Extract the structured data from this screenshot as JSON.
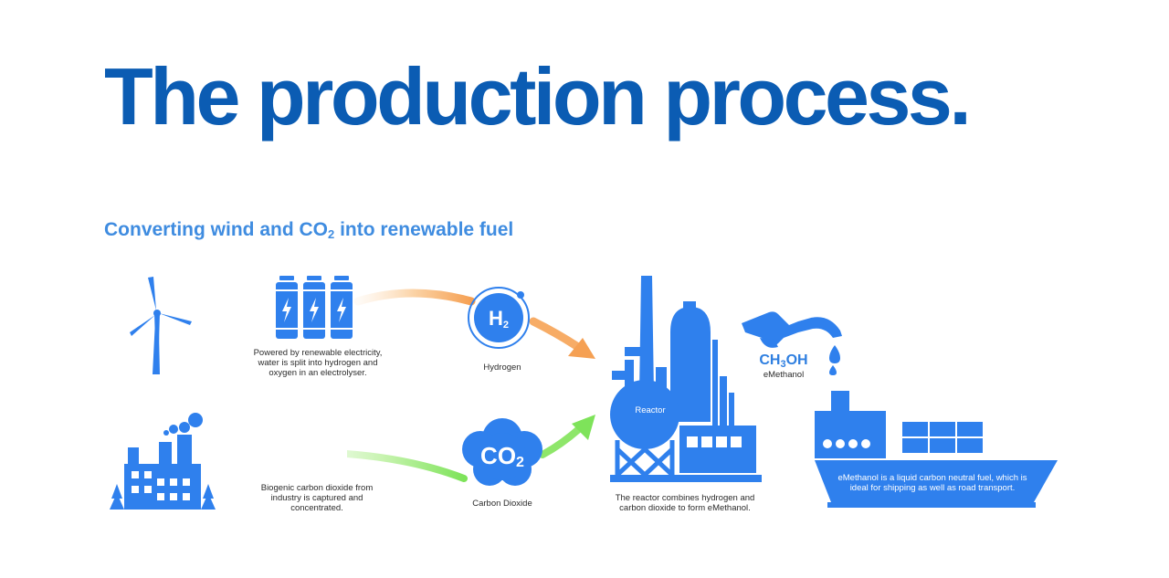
{
  "heading": {
    "title": "The production process.",
    "subtitle_prefix": "Converting wind and CO",
    "subtitle_sub": "2",
    "subtitle_suffix": " into renewable fuel"
  },
  "steps": {
    "electrolyser_caption": "Powered by renewable electricity, water is split into hydrogen and oxygen in an electrolyser.",
    "hydrogen_symbol": "H",
    "hydrogen_symbol_sub": "2",
    "hydrogen_label": "Hydrogen",
    "industry_caption": "Biogenic carbon dioxide from industry is captured and concentrated.",
    "co2_symbol": "CO",
    "co2_symbol_sub": "2",
    "co2_label": "Carbon Dioxide",
    "reactor_label": "Reactor",
    "reactor_caption": "The reactor combines hydrogen and carbon dioxide to form eMethanol.",
    "methanol_formula_a": "CH",
    "methanol_formula_sub": "3",
    "methanol_formula_b": "OH",
    "methanol_label": "eMethanol",
    "ship_caption": "eMethanol is a liquid carbon neutral fuel, which is ideal for shipping as well as road transport."
  },
  "colors": {
    "title": "#0b5cb3",
    "subtitle": "#3f8ce0",
    "icon_blue": "#2f80ed",
    "arrow_orange": "#f5a053",
    "arrow_green": "#7ee35a"
  },
  "icons": [
    "wind-turbine-icon",
    "battery-electrolyser-icon",
    "hydrogen-molecule-icon",
    "factory-icon",
    "co2-cloud-icon",
    "reactor-plant-icon",
    "fuel-nozzle-icon",
    "ship-icon"
  ]
}
